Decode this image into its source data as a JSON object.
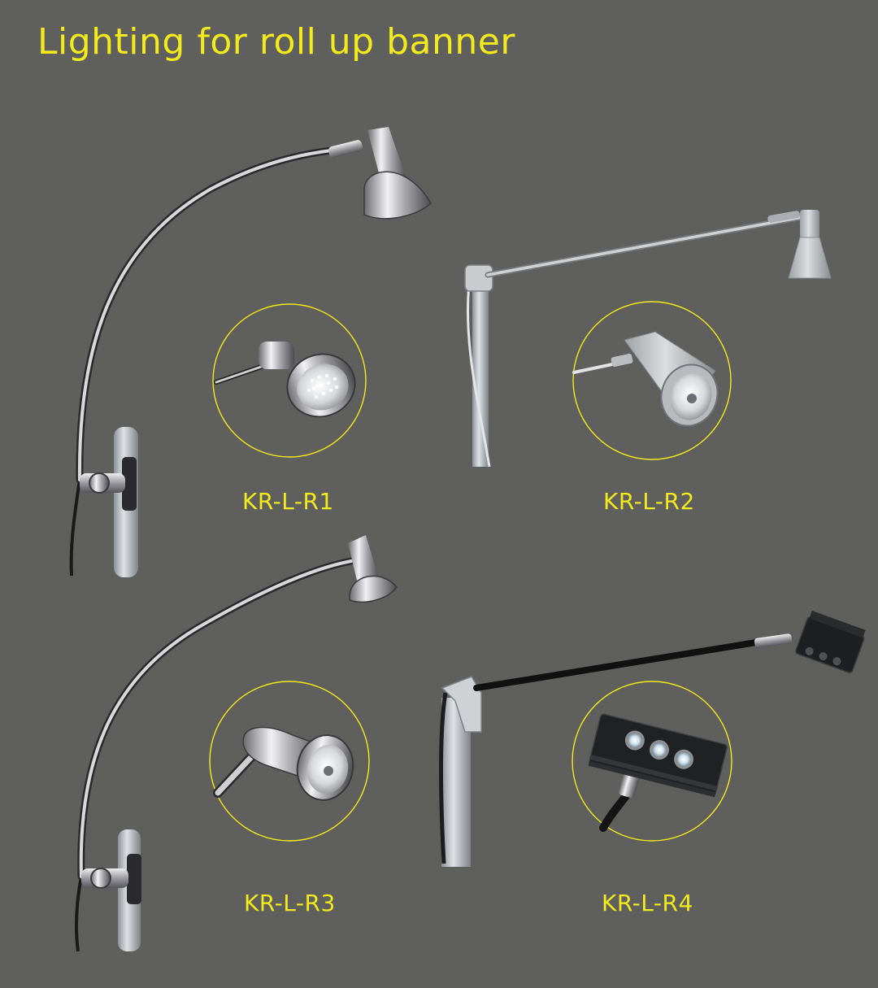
{
  "title": "Lighting for roll up banner",
  "accent_color": "#f3ea1c",
  "background_color": "#5f5f5d",
  "products": [
    {
      "model": "KR-L-R1",
      "image": "curved-arm-spotlight-with-clamp",
      "detail_icon": "led-spot-head-detail-icon"
    },
    {
      "model": "KR-L-R2",
      "image": "straight-arm-cone-spotlight",
      "detail_icon": "halogen-cone-head-detail-icon"
    },
    {
      "model": "KR-L-R3",
      "image": "curved-arm-chrome-spotlight-with-clamp",
      "detail_icon": "halogen-chrome-head-detail-icon"
    },
    {
      "model": "KR-L-R4",
      "image": "straight-arm-led-bar-light",
      "detail_icon": "three-led-module-detail-icon"
    }
  ]
}
